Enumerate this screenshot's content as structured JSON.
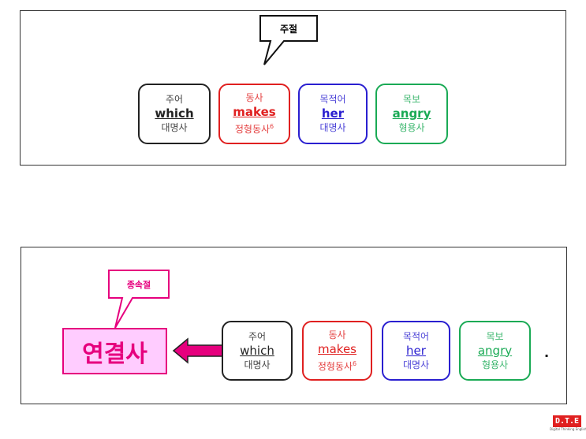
{
  "top": {
    "callout": "주절",
    "boxes": [
      {
        "role": "주어",
        "word": "which",
        "pos": "대명사",
        "color": "#222222"
      },
      {
        "role": "동사",
        "word": "makes",
        "pos": "정형동사",
        "sup": "6",
        "color": "#e02020"
      },
      {
        "role": "목적어",
        "word": "her",
        "pos": "대명사",
        "color": "#2a1fd0"
      },
      {
        "role": "목보",
        "word": "angry",
        "pos": "형용사",
        "color": "#1aaa55"
      }
    ]
  },
  "bottom": {
    "callout": "종속절",
    "connector": "연결사",
    "period": ".",
    "boxes": [
      {
        "role": "주어",
        "word": "which",
        "pos": "대명사",
        "color": "#222222"
      },
      {
        "role": "동사",
        "word": "makes",
        "pos": "정형동사",
        "sup": "6",
        "color": "#e02020"
      },
      {
        "role": "목적어",
        "word": "her",
        "pos": "대명사",
        "color": "#2a1fd0"
      },
      {
        "role": "목보",
        "word": "angry",
        "pos": "형용사",
        "color": "#1aaa55"
      }
    ]
  },
  "logo": {
    "mark": "D.T.E",
    "tagline": "Digital Thinking English"
  }
}
